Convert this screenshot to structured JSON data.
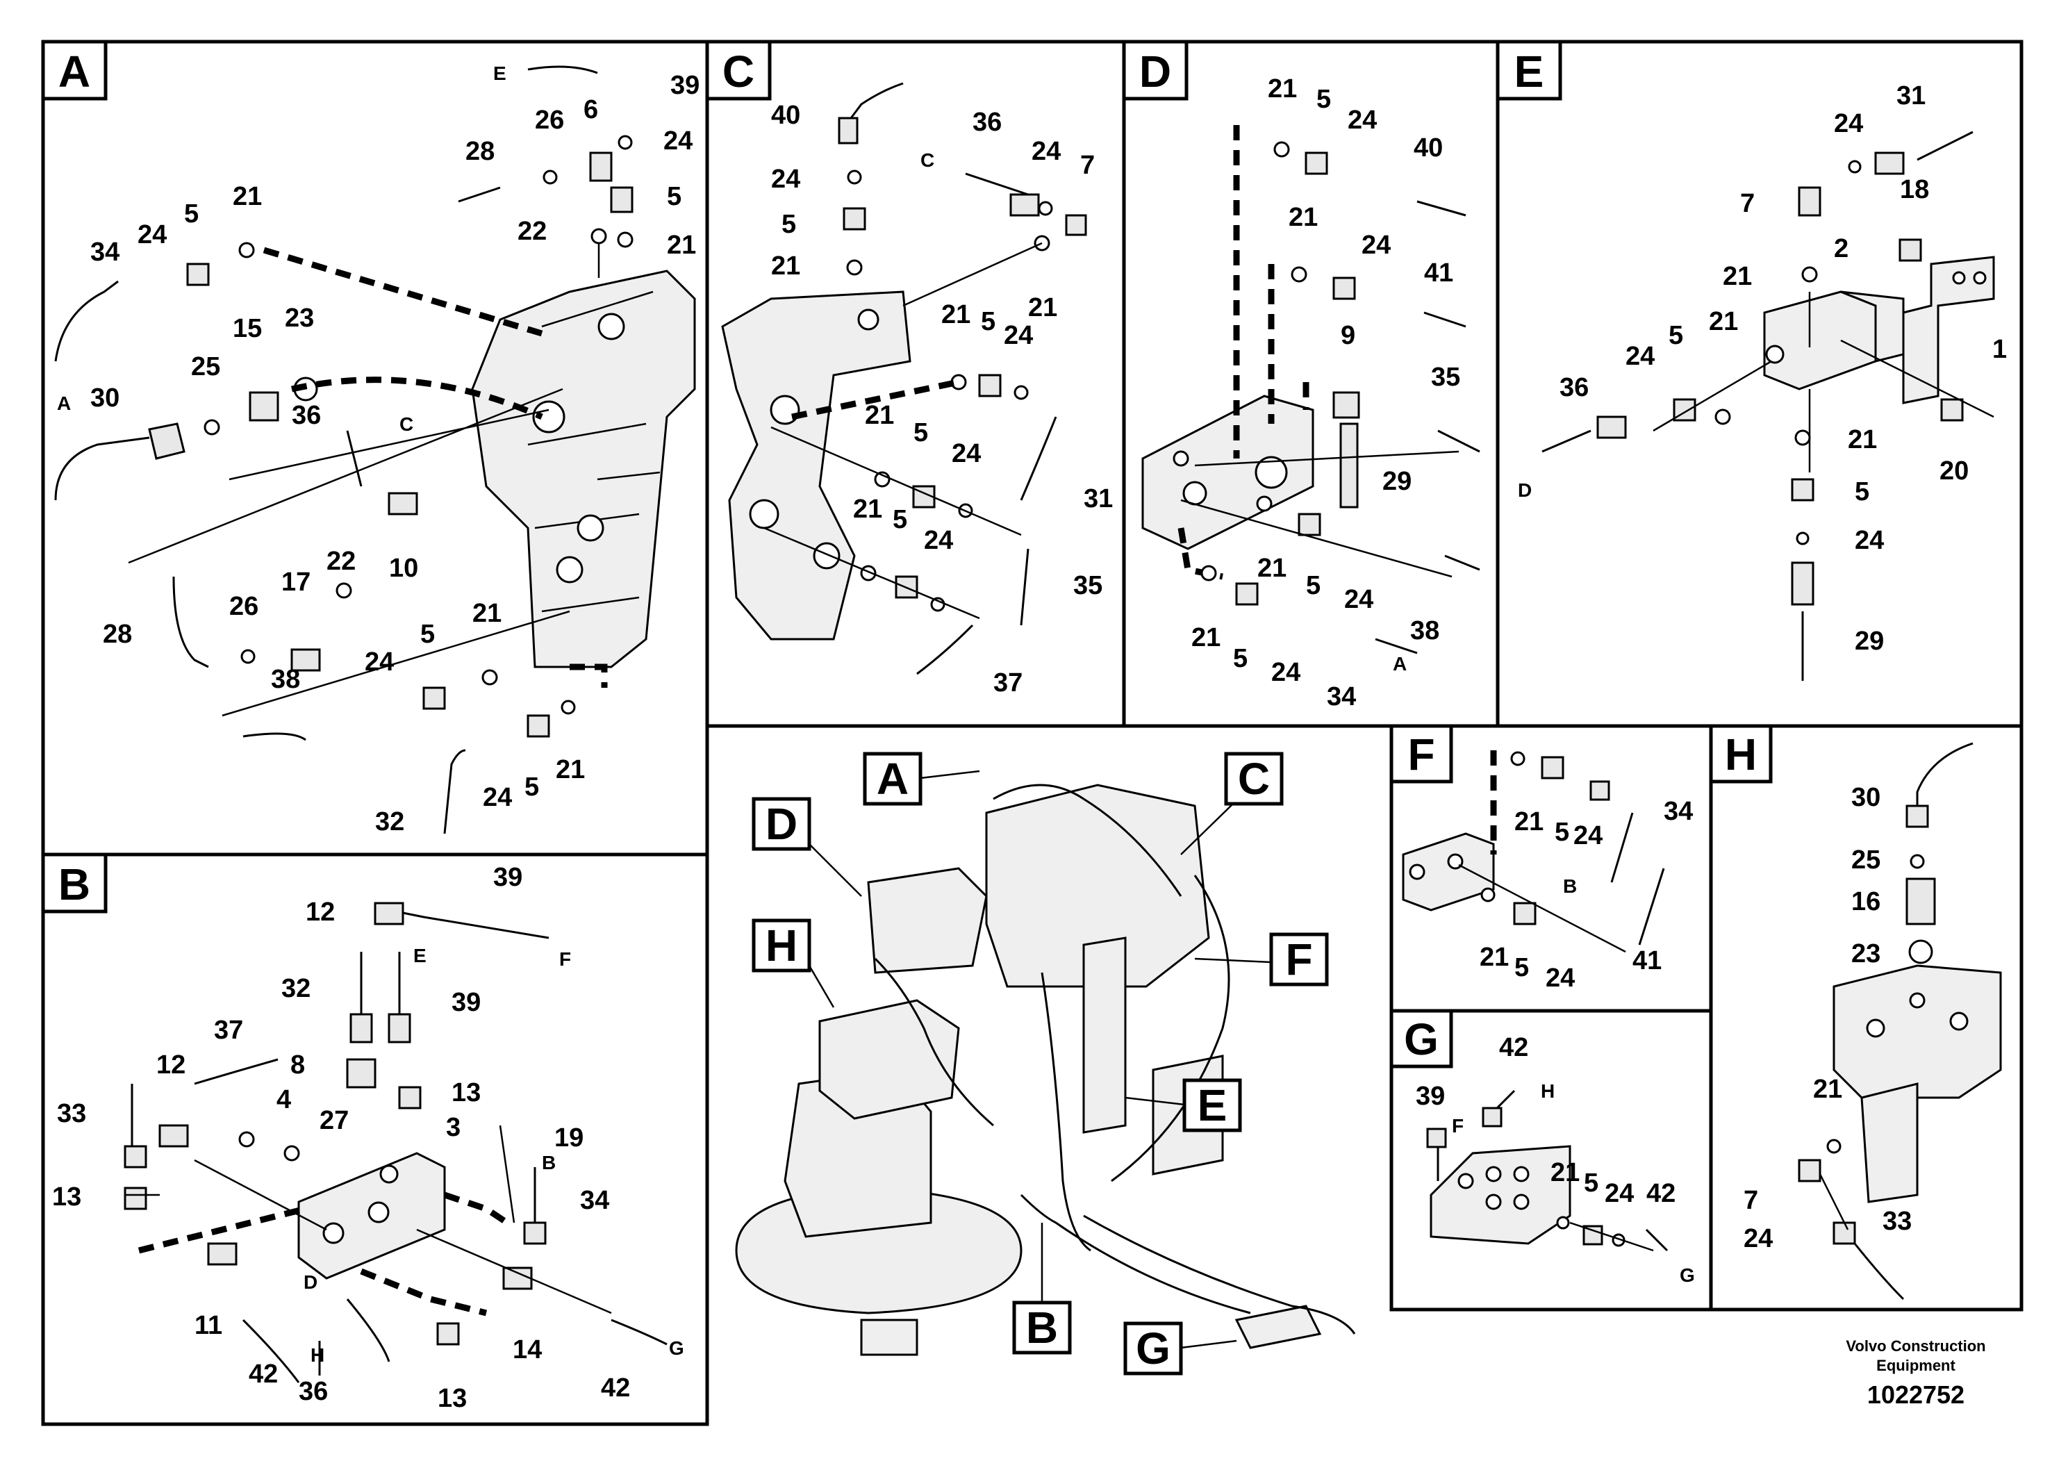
{
  "panels": {
    "A": {
      "label": "A",
      "callouts": [
        "39",
        "E",
        "24",
        "6",
        "26",
        "28",
        "5",
        "22",
        "21",
        "21",
        "5",
        "24",
        "34",
        "23",
        "15",
        "25",
        "30",
        "A",
        "36",
        "C",
        "10",
        "22",
        "17",
        "26",
        "28",
        "21",
        "5",
        "24",
        "38",
        "21",
        "5",
        "24",
        "32"
      ]
    },
    "B": {
      "label": "B",
      "callouts": [
        "39",
        "12",
        "F",
        "E",
        "32",
        "39",
        "37",
        "12",
        "8",
        "13",
        "33",
        "4",
        "27",
        "3",
        "19",
        "B",
        "13",
        "34",
        "11",
        "D",
        "14",
        "42",
        "H",
        "36",
        "13",
        "42",
        "G"
      ]
    },
    "C": {
      "label": "C",
      "callouts": [
        "40",
        "36",
        "24",
        "7",
        "C",
        "24",
        "5",
        "21",
        "21",
        "21",
        "5",
        "24",
        "21",
        "5",
        "24",
        "31",
        "21",
        "5",
        "24",
        "35",
        "37"
      ]
    },
    "D": {
      "label": "D",
      "callouts": [
        "21",
        "5",
        "24",
        "40",
        "21",
        "24",
        "41",
        "9",
        "35",
        "29",
        "21",
        "5",
        "24",
        "38",
        "21",
        "5",
        "24",
        "34",
        "A"
      ]
    },
    "E": {
      "label": "E",
      "callouts": [
        "31",
        "24",
        "7",
        "18",
        "2",
        "21",
        "36",
        "24",
        "5",
        "21",
        "1",
        "D",
        "21",
        "20",
        "5",
        "24",
        "29"
      ]
    },
    "F": {
      "label": "F",
      "callouts": [
        "34",
        "21",
        "5",
        "24",
        "B",
        "21",
        "5",
        "24",
        "41"
      ]
    },
    "G": {
      "label": "G",
      "callouts": [
        "42",
        "39",
        "H",
        "F",
        "21",
        "5",
        "24",
        "42",
        "G"
      ]
    },
    "H": {
      "label": "H",
      "callouts": [
        "30",
        "25",
        "16",
        "23",
        "21",
        "7",
        "24",
        "33"
      ]
    },
    "overview": {
      "labels": [
        "A",
        "C",
        "D",
        "H",
        "F",
        "E",
        "B",
        "G"
      ]
    }
  },
  "footer": {
    "company": "Volvo Construction",
    "company_line2": "Equipment",
    "doc_number": "1022752"
  }
}
